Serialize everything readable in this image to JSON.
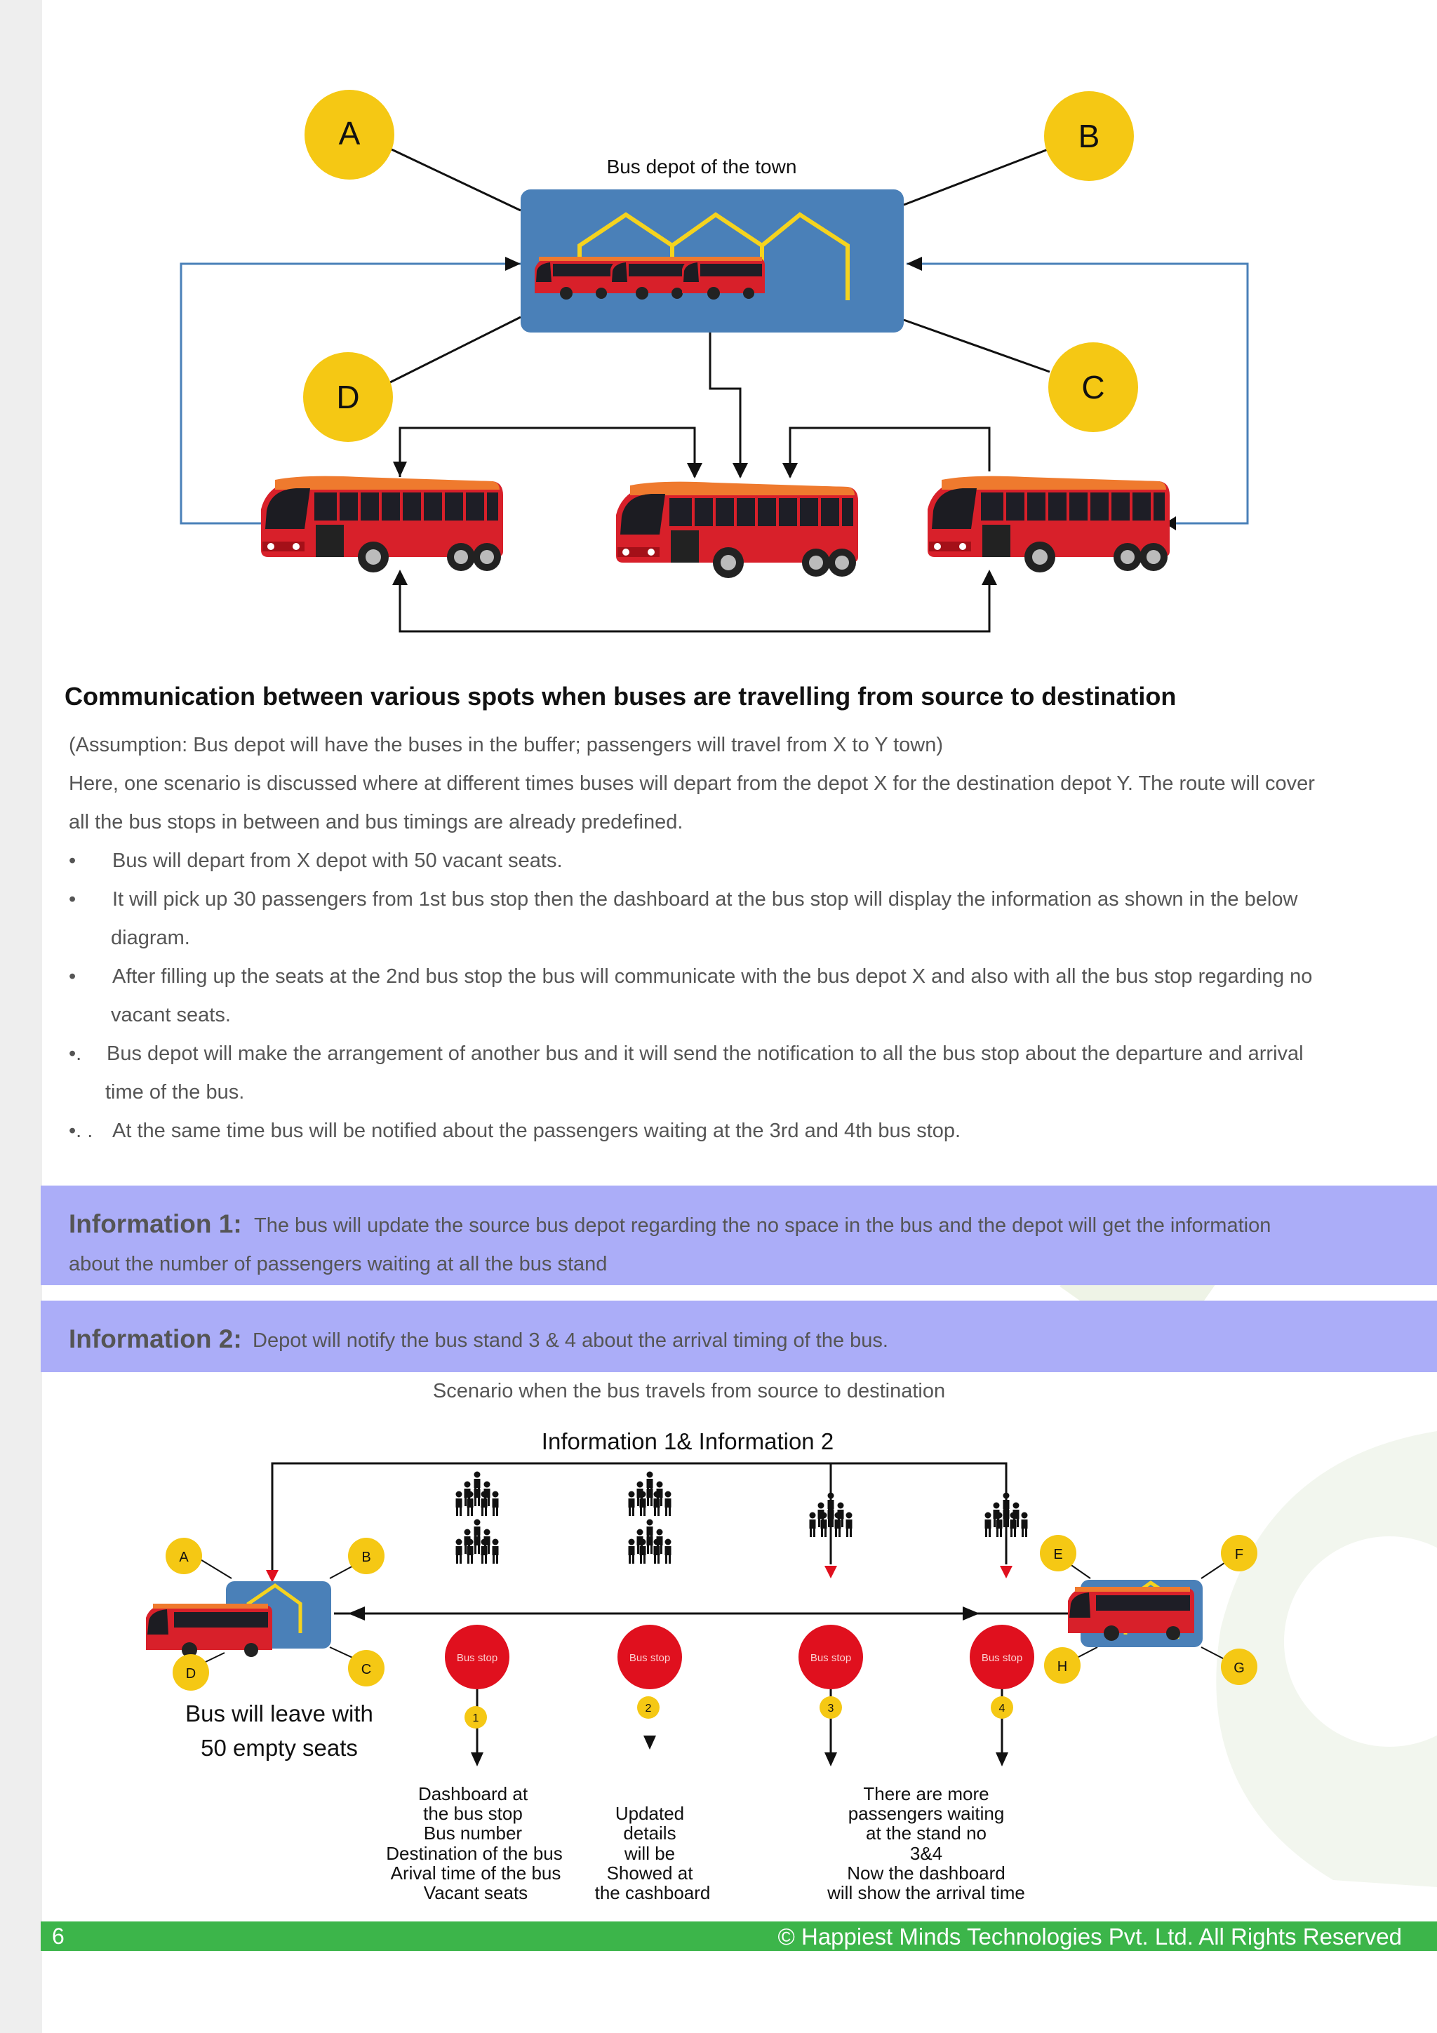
{
  "top_diagram": {
    "depot_label": "Bus depot of the town",
    "spot_a": "A",
    "spot_b": "B",
    "spot_c": "C",
    "spot_d": "D"
  },
  "content": {
    "heading": "Communication between various spots when buses are travelling from source to   destination",
    "assumption": "(Assumption: Bus depot will have the buses in the buffer; passengers will travel from X to Y town)",
    "intro_line1": "Here, one scenario is discussed where at different times buses will depart from the depot X for the destination depot Y. The route will cover",
    "intro_line2": "all the bus stops in between and bus timings are already predefined.",
    "bullets": [
      {
        "marker": "•",
        "line1": "Bus will depart from X depot with 50 vacant seats.",
        "line2": ""
      },
      {
        "marker": "•",
        "line1": "It will pick up 30 passengers from 1st bus stop then the dashboard at the bus stop will display the information as shown in the below",
        "line2": "diagram."
      },
      {
        "marker": "•",
        "line1": "After filling up the seats at the 2nd bus stop the bus will communicate with the bus depot X and also with all the bus stop regarding no",
        "line2": "vacant seats."
      },
      {
        "marker": "•.",
        "line1": "Bus depot will make the arrangement of another bus and it will send the notification to all the bus stop about the departure and arrival",
        "line2": "time of the bus."
      },
      {
        "marker": "•. .",
        "line1": "At the same time bus will be notified about the passengers waiting at the 3rd and 4th bus stop.",
        "line2": ""
      }
    ]
  },
  "info1": {
    "label": "Information 1:",
    "text1": "The bus will update the source bus depot regarding the no space in the bus and the depot will get the information",
    "text2": "about the number of passengers waiting at all the bus stand"
  },
  "info2": {
    "label": "Information 2:",
    "text": "Depot will notify the bus stand 3 & 4 about the arrival timing of the bus."
  },
  "scenario": {
    "caption": "Scenario when the bus travels from source to destination",
    "info_label": "Information 1& Information 2",
    "left_spots": [
      "A",
      "B",
      "C",
      "D"
    ],
    "right_spots": [
      "E",
      "F",
      "G",
      "H"
    ],
    "stop_label": "Bus stop",
    "stop_numbers": [
      "1",
      "2",
      "3",
      "4"
    ],
    "leave_line1": "Bus will leave with",
    "leave_line2": "50 empty seats",
    "note1": [
      "Dashboard at",
      "the bus stop",
      "Bus number",
      "Destination of the bus",
      "Arival time of the bus",
      "Vacant seats"
    ],
    "note2": [
      "Updated",
      "details",
      "will be",
      "Showed at",
      "the cashboard"
    ],
    "note3": [
      "There are more",
      "passengers waiting",
      "at the stand no",
      "3&4",
      "Now the dashboard",
      "will show the arrival time"
    ]
  },
  "footer": {
    "page": "6",
    "copyright": "© Happiest Minds Technologies Pvt. Ltd. All Rights Reserved"
  },
  "colors": {
    "depot_blue": "#4a80b8",
    "spot_yellow": "#f5c814",
    "bus_red": "#d8202a",
    "info_band": "#abadf8",
    "footer_green": "#3cb54a",
    "stop_red": "#e0101e"
  }
}
